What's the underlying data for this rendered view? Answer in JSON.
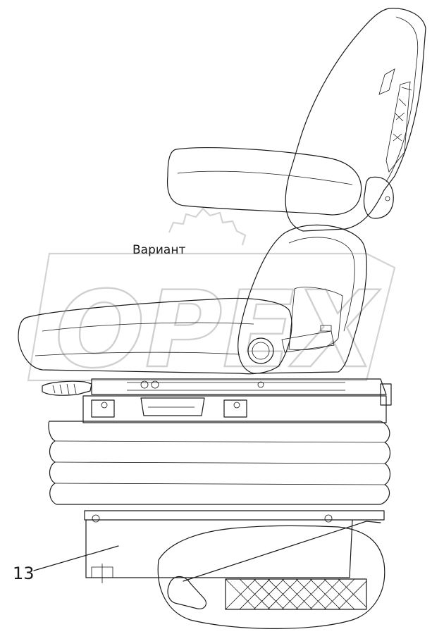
{
  "drawing": {
    "variant_label": "Вариант",
    "callouts": [
      {
        "number": "13"
      }
    ],
    "watermark": "OPEX"
  }
}
